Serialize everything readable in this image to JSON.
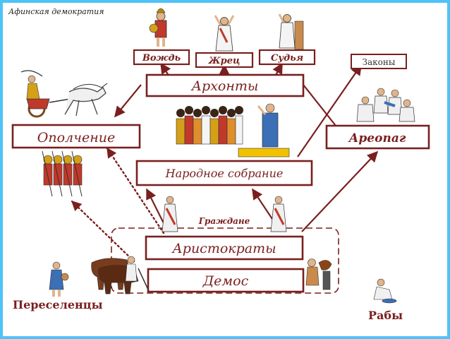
{
  "title": "Афинская демократия",
  "boxes": {
    "vozhd": "Вождь",
    "zhrec": "Жрец",
    "sudya": "Судья",
    "zakony": "Законы",
    "arhonty": "Архонты",
    "opolchenie": "Ополчение",
    "areopag": "Ареопаг",
    "narodnoe": "Народное собрание",
    "aristokraty": "Аристократы",
    "demos": "Демос"
  },
  "labels": {
    "grazhdane": "Граждане",
    "pereselency": "Переселенцы",
    "raby": "Рабы"
  },
  "figures": [
    "warrior-figure",
    "priest-figure",
    "judge-figure",
    "chariot-figure",
    "elders-figure",
    "assembly-crowd-figure",
    "hoplites-figure",
    "citizen-left-figure",
    "citizen-right-figure",
    "oxen-plough-figure",
    "potter-figure",
    "settler-figure",
    "slave-figure"
  ],
  "colors": {
    "box_border": "#7a1f1f",
    "box_text": "#7a1f1f",
    "arrow": "#7a1f1f",
    "frame": "#4fc3f7"
  }
}
